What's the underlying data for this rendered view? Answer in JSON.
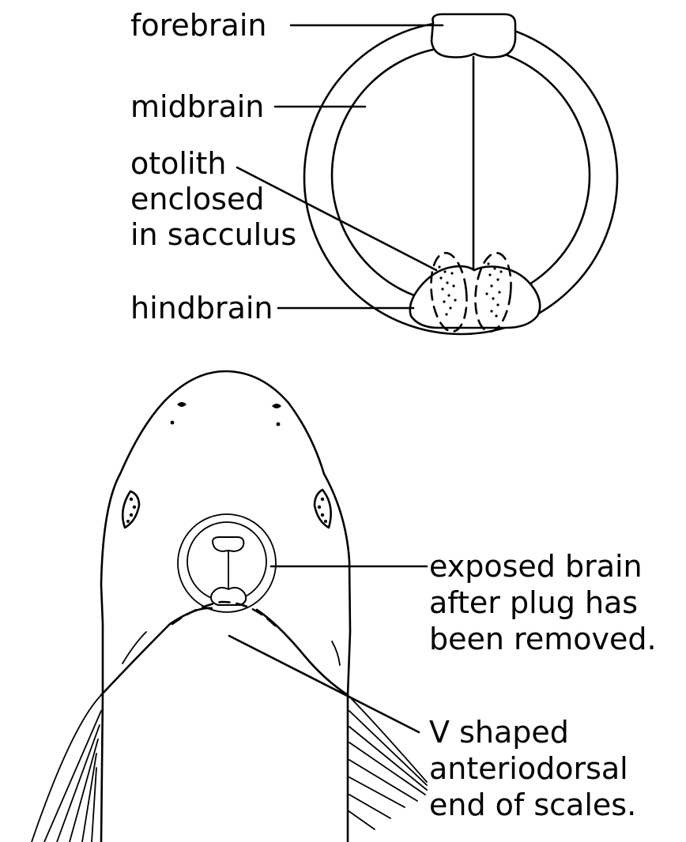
{
  "labels": {
    "forebrain": "forebrain",
    "midbrain": "midbrain",
    "otolith": [
      "otolith",
      "enclosed",
      "in sacculus"
    ],
    "hindbrain": "hindbrain",
    "exposed_brain": [
      "exposed brain",
      "after plug has",
      "been removed."
    ],
    "v_shaped": [
      "V shaped",
      "anteriodorsal",
      "end of scales."
    ]
  }
}
